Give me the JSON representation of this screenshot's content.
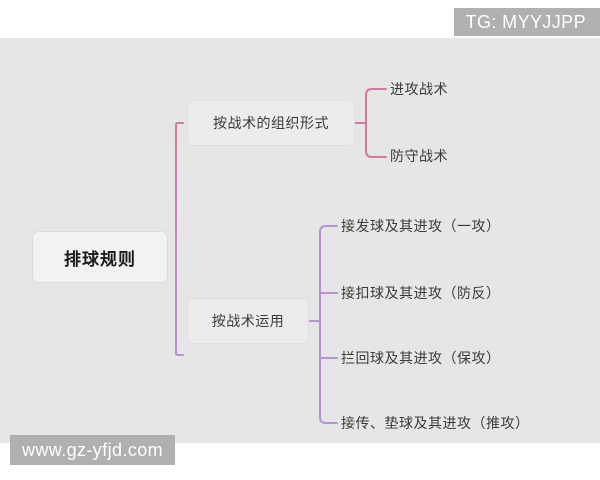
{
  "watermarks": {
    "top_right": "TG: MYYJJPP",
    "bottom_left": "www.gz-yfjd.com"
  },
  "colors": {
    "panel_background": "#e6e6e6",
    "page_background": "#ffffff",
    "branch_pink": "#d4789f",
    "branch_purple": "#b494d8",
    "trunk_gradient_from": "#d4789f",
    "trunk_gradient_to": "#b494d8",
    "root_text": "#1a1a1a",
    "node_text": "#3a3a3a",
    "watermark_background": "#b0b0b0",
    "watermark_text": "#ffffff"
  },
  "mindmap": {
    "root": {
      "label": "排球规则"
    },
    "branches": [
      {
        "label": "按战术的组织形式",
        "color": "#d4789f",
        "children": [
          {
            "label": "进攻战术"
          },
          {
            "label": "防守战术"
          }
        ]
      },
      {
        "label": "按战术运用",
        "color": "#b494d8",
        "children": [
          {
            "label": "接发球及其进攻（一攻）"
          },
          {
            "label": "接扣球及其进攻（防反）"
          },
          {
            "label": "拦回球及其进攻（保攻）"
          },
          {
            "label": "接传、垫球及其进攻（推攻）"
          }
        ]
      }
    ]
  }
}
